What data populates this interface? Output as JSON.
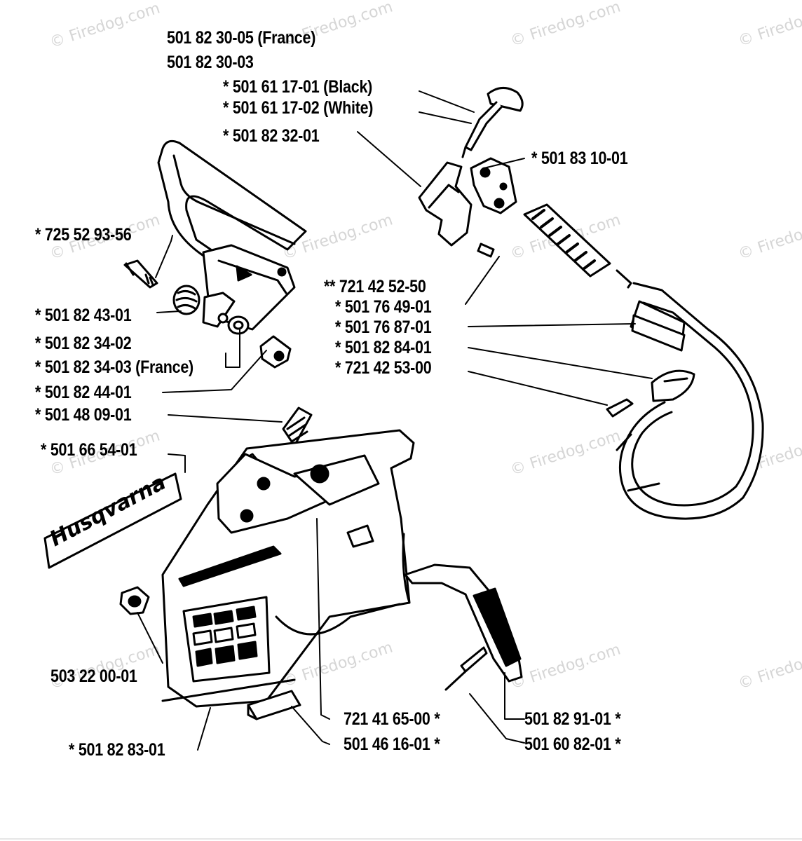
{
  "watermark_text": "© Firedog.com",
  "brand_logo_text": "Husqvarna",
  "part_labels": [
    "501 82 30-05 (France)",
    "501 82 30-03",
    "* 501 61 17-01 (Black)",
    "* 501 61 17-02 (White)",
    "* 501 82 32-01",
    "* 501 83 10-01",
    "* 725 52 93-56",
    "** 721 42 52-50",
    "* 501 76 49-01",
    "* 501 76 87-01",
    "* 501 82 84-01",
    "* 721 42 53-00",
    "* 501 82 43-01",
    "* 501 82 34-02",
    "* 501 82 34-03 (France)",
    "* 501 82 44-01",
    "* 501 48 09-01",
    "* 501 66 54-01",
    "503 22 00-01",
    "* 501 82 83-01",
    "721 41 65-00 *",
    "501 46 16-01 *",
    "501 82 91-01 *",
    "501 60 82-01 *"
  ]
}
